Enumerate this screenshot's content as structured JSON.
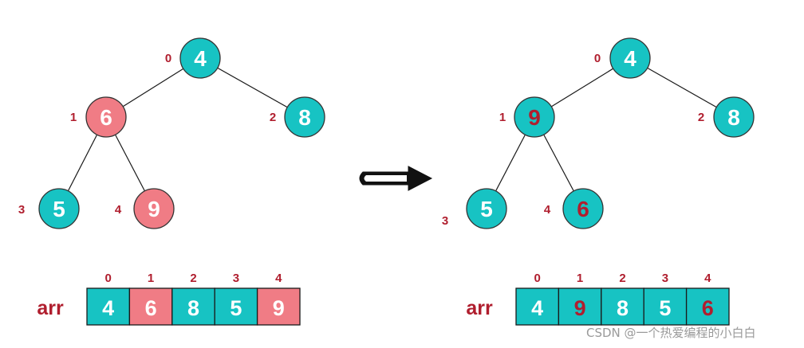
{
  "colors": {
    "teal": "#17c3c3",
    "pink": "#f07c85",
    "index_red": "#b01e2e",
    "edge": "#1a1a1a"
  },
  "left_tree": {
    "nodes": [
      {
        "index": "0",
        "value": "4",
        "fill": "teal",
        "text": "light"
      },
      {
        "index": "1",
        "value": "6",
        "fill": "pink",
        "text": "light"
      },
      {
        "index": "2",
        "value": "8",
        "fill": "teal",
        "text": "light"
      },
      {
        "index": "3",
        "value": "5",
        "fill": "teal",
        "text": "light"
      },
      {
        "index": "4",
        "value": "9",
        "fill": "pink",
        "text": "light"
      }
    ]
  },
  "right_tree": {
    "nodes": [
      {
        "index": "0",
        "value": "4",
        "fill": "teal",
        "text": "light"
      },
      {
        "index": "1",
        "value": "9",
        "fill": "teal",
        "text": "dark"
      },
      {
        "index": "2",
        "value": "8",
        "fill": "teal",
        "text": "light"
      },
      {
        "index": "3",
        "value": "5",
        "fill": "teal",
        "text": "light"
      },
      {
        "index": "4",
        "value": "6",
        "fill": "teal",
        "text": "dark"
      }
    ]
  },
  "left_array": {
    "label": "arr",
    "indices": [
      "0",
      "1",
      "2",
      "3",
      "4"
    ],
    "cells": [
      {
        "value": "4",
        "fill": "teal",
        "text": "light"
      },
      {
        "value": "6",
        "fill": "pink",
        "text": "light"
      },
      {
        "value": "8",
        "fill": "teal",
        "text": "light"
      },
      {
        "value": "5",
        "fill": "teal",
        "text": "light"
      },
      {
        "value": "9",
        "fill": "pink",
        "text": "light"
      }
    ]
  },
  "right_array": {
    "label": "arr",
    "indices": [
      "0",
      "1",
      "2",
      "3",
      "4"
    ],
    "cells": [
      {
        "value": "4",
        "fill": "teal",
        "text": "light"
      },
      {
        "value": "9",
        "fill": "teal",
        "text": "dark"
      },
      {
        "value": "8",
        "fill": "teal",
        "text": "light"
      },
      {
        "value": "5",
        "fill": "teal",
        "text": "light"
      },
      {
        "value": "6",
        "fill": "teal",
        "text": "dark"
      }
    ]
  },
  "arrow_icon": "right-arrow-icon",
  "watermark": "CSDN @一个热爱编程的小白白"
}
